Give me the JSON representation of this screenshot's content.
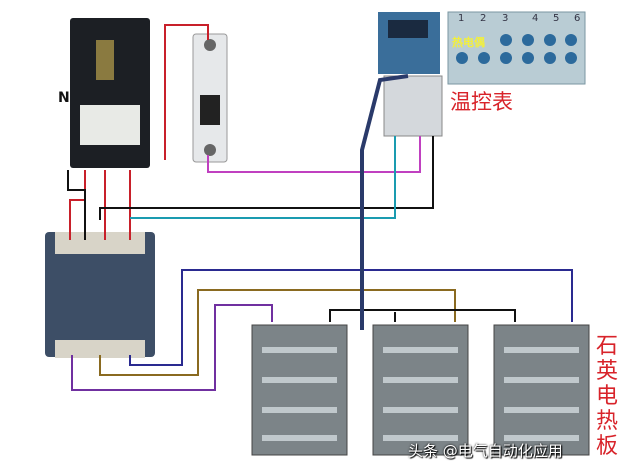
{
  "labels": {
    "neutral": "N",
    "temperature_controller": "温控表",
    "heater": "石英电热板",
    "thermocouple": "热电偶",
    "terminal_numbers": [
      "1",
      "2",
      "3",
      "4",
      "5",
      "6"
    ],
    "watermark": "头条 @电气自动化应用"
  },
  "colors": {
    "label_red": "#d8232a",
    "wire_red": "#c8202a",
    "wire_black": "#111111",
    "wire_teal": "#1a9bb0",
    "wire_magenta": "#c040c0",
    "wire_navy": "#2a2a90",
    "wire_olive": "#8a6a20",
    "wire_purple": "#7030a0"
  }
}
